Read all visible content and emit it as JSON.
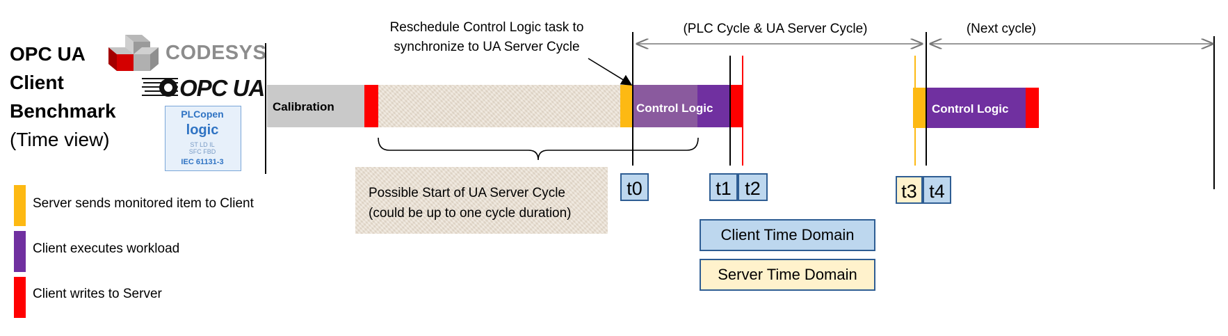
{
  "title": {
    "line1": "OPC UA",
    "line2": "Client",
    "line3": "Benchmark",
    "line4": "(Time view)"
  },
  "logos": {
    "codesys": "CODESYS",
    "opcua": "OPC UA",
    "plcopen_name": "PLCopen",
    "plcopen_logic": "logic",
    "plcopen_langs_1": "ST  LD  IL",
    "plcopen_langs_2": "SFC  FBD",
    "plcopen_iec": "IEC 61131-3"
  },
  "legend": [
    {
      "label": "Server sends monitored item to Client",
      "color": "#fdb913"
    },
    {
      "label": "Client executes workload",
      "color": "#7030a0"
    },
    {
      "label": "Client writes to Server",
      "color": "#ff0000"
    }
  ],
  "timeline": {
    "calibration": "Calibration",
    "control_logic_1": "Control Logic",
    "control_logic_2": "Control Logic",
    "reschedule_note_1": "Reschedule Control Logic task to",
    "reschedule_note_2": "synchronize to UA Server Cycle",
    "cycle_label": "(PLC Cycle & UA Server Cycle)",
    "next_cycle_label": "(Next cycle)",
    "possible_start_1": "Possible Start of UA Server Cycle",
    "possible_start_2": "(could be up to one cycle duration)"
  },
  "markers": {
    "t0": "t0",
    "t1": "t1",
    "t2": "t2",
    "t3": "t3",
    "t4": "t4"
  },
  "domains": {
    "client": "Client Time Domain",
    "server": "Server Time Domain"
  },
  "colors": {
    "orange": "#fdb913",
    "purple": "#7030a0",
    "red": "#ff0000",
    "gray": "#c9c9c9",
    "client_domain": "#bdd7ee",
    "server_domain": "#fff2cc",
    "border_blue": "#2e5d93"
  }
}
